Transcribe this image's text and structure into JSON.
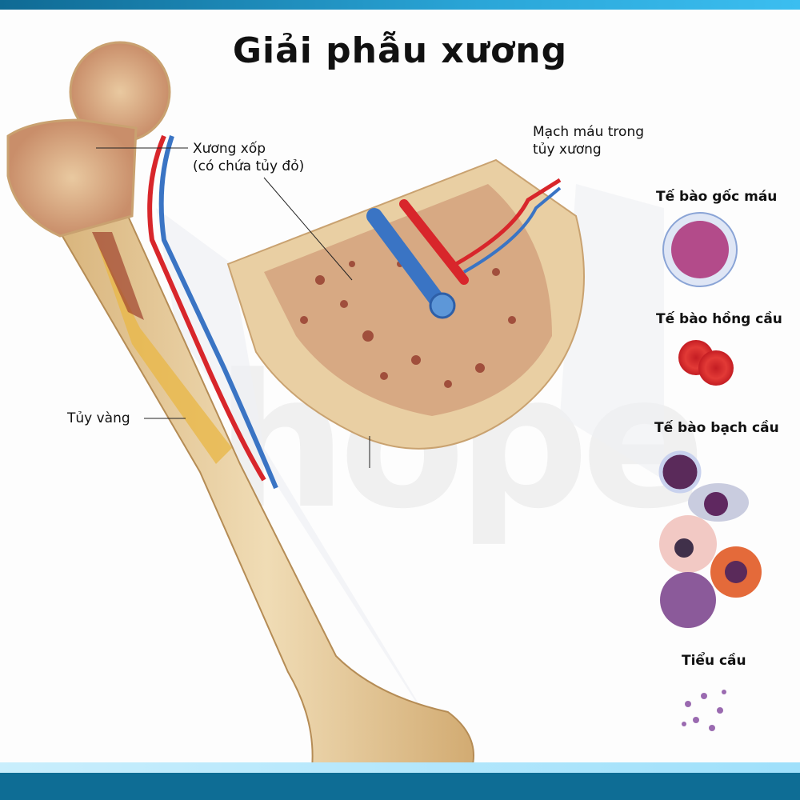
{
  "title": "Giải phẫu xương",
  "watermark": "hope",
  "labels": {
    "spongy_bone_line1": "Xương xốp",
    "spongy_bone_line2": "(có chứa tủy đỏ)",
    "vessel_line1": "Mạch máu trong",
    "vessel_line2": "tủy xương",
    "yellow_marrow": "Tủy vàng"
  },
  "cells": [
    {
      "label": "Tế bào gốc máu"
    },
    {
      "label": "Tế bào hồng cầu"
    },
    {
      "label": "Tế bào bạch cầu"
    },
    {
      "label": "Tiểu cầu"
    }
  ],
  "colors": {
    "bar_dark": "#0e6d95",
    "bar_light": "#3bbef0",
    "bone": "#e6c99a",
    "artery": "#d8262b",
    "vein": "#3a74c4"
  }
}
